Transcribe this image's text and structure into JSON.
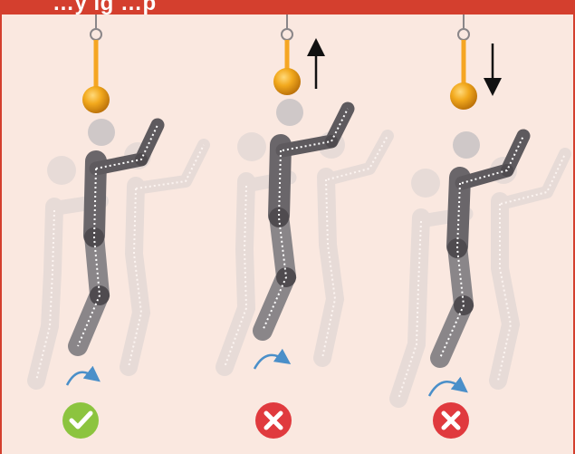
{
  "header": {
    "title": "…y  ig  …p",
    "bar_color": "#d43f2e"
  },
  "colors": {
    "background": "#fae8e0",
    "cord": "#f5a623",
    "ball": "#e09a16",
    "body_dark": "#5e5a5e",
    "body_mid": "#8a8689",
    "ghost": "#d9d2d1",
    "rotation_arrow": "#4a8fc9",
    "correct": "#8cc43f",
    "incorrect": "#e03a3e"
  },
  "panels": [
    {
      "id": "left",
      "verdict": "correct",
      "icon": "check-icon",
      "cord_direction": "none"
    },
    {
      "id": "middle",
      "verdict": "incorrect",
      "icon": "cross-icon",
      "cord_direction": "up"
    },
    {
      "id": "right",
      "verdict": "incorrect",
      "icon": "cross-icon",
      "cord_direction": "down"
    }
  ]
}
